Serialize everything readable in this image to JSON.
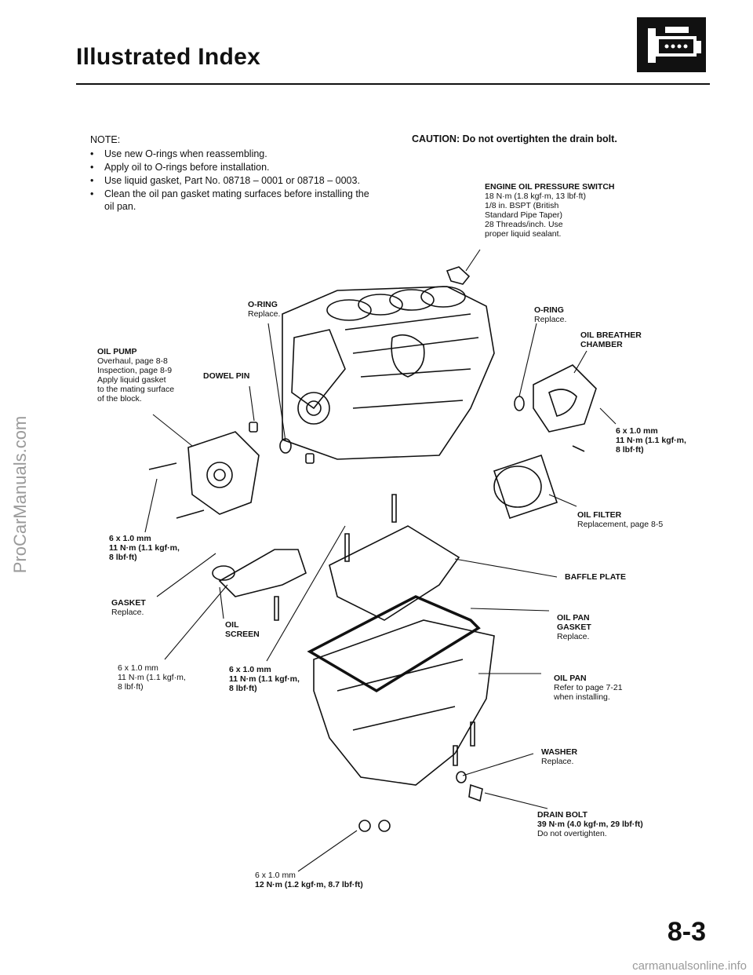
{
  "header": {
    "title": "Illustrated Index"
  },
  "sidebar_watermark": "ProCarManuals.com",
  "note": {
    "heading": "NOTE:",
    "items": [
      "Use new O-rings when reassembling.",
      "Apply oil to O-rings before installation.",
      "Use liquid gasket, Part No. 08718 – 0001 or 08718 – 0003.",
      "Clean the oil pan gasket mating surfaces before installing the oil pan."
    ]
  },
  "caution": "CAUTION: Do not overtighten the drain bolt.",
  "labels": {
    "oil_pressure_switch": {
      "name": "ENGINE OIL PRESSURE SWITCH",
      "lines": [
        "18 N·m (1.8 kgf·m, 13 lbf·ft)",
        "1/8 in. BSPT (British",
        "Standard Pipe Taper)",
        "28 Threads/inch. Use",
        "proper liquid sealant."
      ]
    },
    "oring_left": {
      "name": "O-RING",
      "lines": [
        "Replace."
      ]
    },
    "oring_right": {
      "name": "O-RING",
      "lines": [
        "Replace."
      ]
    },
    "oil_breather": {
      "name": "OIL BREATHER",
      "lines": [
        "CHAMBER"
      ]
    },
    "oil_pump": {
      "name": "OIL PUMP",
      "lines": [
        "Overhaul, page 8-8",
        "Inspection, page 8-9",
        "Apply liquid gasket",
        "to the mating surface",
        "of the block."
      ]
    },
    "dowel_pin": {
      "name": "DOWEL PIN",
      "lines": []
    },
    "bolt_breather": {
      "name": "6 x 1.0 mm",
      "lines": [
        "11 N·m (1.1 kgf·m,",
        "8 lbf·ft)"
      ]
    },
    "oil_filter": {
      "name": "OIL FILTER",
      "lines": [
        "Replacement, page 8-5"
      ]
    },
    "bolt_pump": {
      "name": "6 x 1.0 mm",
      "lines": [
        "11 N·m (1.1 kgf·m,",
        "8 lbf·ft)"
      ]
    },
    "baffle_plate": {
      "name": "BAFFLE PLATE",
      "lines": []
    },
    "gasket": {
      "name": "GASKET",
      "lines": [
        "Replace."
      ]
    },
    "oil_screen": {
      "name": "OIL",
      "lines": [
        "SCREEN"
      ]
    },
    "oil_pan_gasket": {
      "name": "OIL PAN",
      "lines": [
        "GASKET",
        "Replace."
      ]
    },
    "bolt_screen_left": {
      "name": "6 x 1.0 mm",
      "lines": [
        "11 N·m (1.1 kgf·m,",
        "8 lbf·ft)"
      ]
    },
    "bolt_screen_right": {
      "name": "6 x 1.0 mm",
      "lines": [
        "11 N·m (1.1 kgf·m,",
        "8 lbf·ft)"
      ]
    },
    "oil_pan": {
      "name": "OIL PAN",
      "lines": [
        "Refer to page 7-21",
        "when installing."
      ]
    },
    "washer": {
      "name": "WASHER",
      "lines": [
        "Replace."
      ]
    },
    "drain_bolt": {
      "name": "DRAIN BOLT",
      "lines": [
        "39 N·m (4.0 kgf·m, 29 lbf·ft)",
        "Do not overtighten."
      ]
    },
    "bolt_pan": {
      "name": "6 x 1.0 mm",
      "lines": [
        "12 N·m (1.2 kgf·m, 8.7 lbf·ft)"
      ]
    }
  },
  "page_number": "8-3",
  "footer_url": "carmanualsonline.info"
}
